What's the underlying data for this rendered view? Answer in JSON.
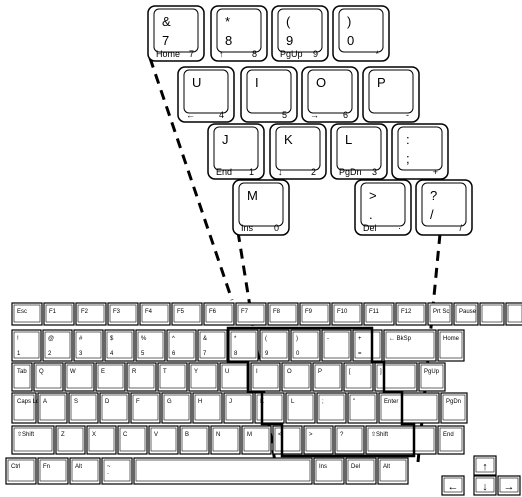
{
  "zoom_keys": [
    {
      "id": "7",
      "top": "&",
      "main": "7",
      "bl": "Home",
      "br": "7"
    },
    {
      "id": "8",
      "top": "*",
      "main": "8",
      "bl": "↑",
      "br": "8"
    },
    {
      "id": "9",
      "top": "(",
      "main": "9",
      "bl": "PgUp",
      "br": "9"
    },
    {
      "id": "0",
      "top": ")",
      "main": "0",
      "bl": "",
      "br": "*"
    },
    {
      "id": "U",
      "top": "U",
      "main": "",
      "bl": "←",
      "br": "4"
    },
    {
      "id": "I",
      "top": "I",
      "main": "",
      "bl": "",
      "br": "5"
    },
    {
      "id": "O",
      "top": "O",
      "main": "",
      "bl": "→",
      "br": "6"
    },
    {
      "id": "P",
      "top": "P",
      "main": "",
      "bl": "",
      "br": "-"
    },
    {
      "id": "J",
      "top": "J",
      "main": "",
      "bl": "End",
      "br": "1"
    },
    {
      "id": "K",
      "top": "K",
      "main": "",
      "bl": "↓",
      "br": "2"
    },
    {
      "id": "L",
      "top": "L",
      "main": "",
      "bl": "PgDn",
      "br": "3"
    },
    {
      "id": "semicolon",
      "top": ":",
      "main": ";",
      "bl": "",
      "br": "+"
    },
    {
      "id": "M",
      "top": "M",
      "main": "",
      "bl": "Ins",
      "br": "0"
    },
    {
      "id": "period",
      "top": ">",
      "main": ".",
      "bl": "Del",
      "br": "·"
    },
    {
      "id": "slash",
      "top": "?",
      "main": "/",
      "bl": "",
      "br": "/"
    }
  ],
  "function_row": [
    "Esc",
    "F1",
    "F2",
    "F3",
    "F4",
    "F5",
    "F6",
    "F7",
    "F8",
    "F9",
    "F10",
    "F11",
    "F12",
    "Prt Sc",
    "Pause"
  ],
  "keyboard": {
    "row1": [
      "!",
      "@",
      "#",
      "$",
      "%",
      "^",
      "&",
      "*",
      "(",
      ")",
      "-",
      "+",
      "← BkSp",
      "Home"
    ],
    "row1_sub": [
      "1",
      "2",
      "3",
      "4",
      "5",
      "6",
      "7",
      "8",
      "9",
      "0",
      "",
      "=",
      "",
      ""
    ],
    "row2": [
      "Tab",
      "Q",
      "W",
      "E",
      "R",
      "T",
      "Y",
      "U",
      "I",
      "O",
      "P",
      "[",
      "]",
      "PgUp"
    ],
    "row3": [
      "Caps Lock",
      "A",
      "S",
      "D",
      "F",
      "G",
      "H",
      "J",
      "K",
      "L",
      ";",
      "\"",
      "Enter",
      "PgDn"
    ],
    "row4": [
      "⇧Shift",
      "Z",
      "X",
      "C",
      "V",
      "B",
      "N",
      "M",
      "<",
      ">",
      "?",
      "⇧Shift",
      "End"
    ],
    "row5": [
      "Ctrl",
      "Fn",
      "Alt",
      "~",
      "",
      "Ins",
      "Del",
      "Alt"
    ],
    "row5_sub": [
      "",
      "",
      "",
      "`",
      "",
      "",
      "",
      ""
    ],
    "arrows": [
      "↑",
      "←",
      "↓",
      "→"
    ]
  }
}
